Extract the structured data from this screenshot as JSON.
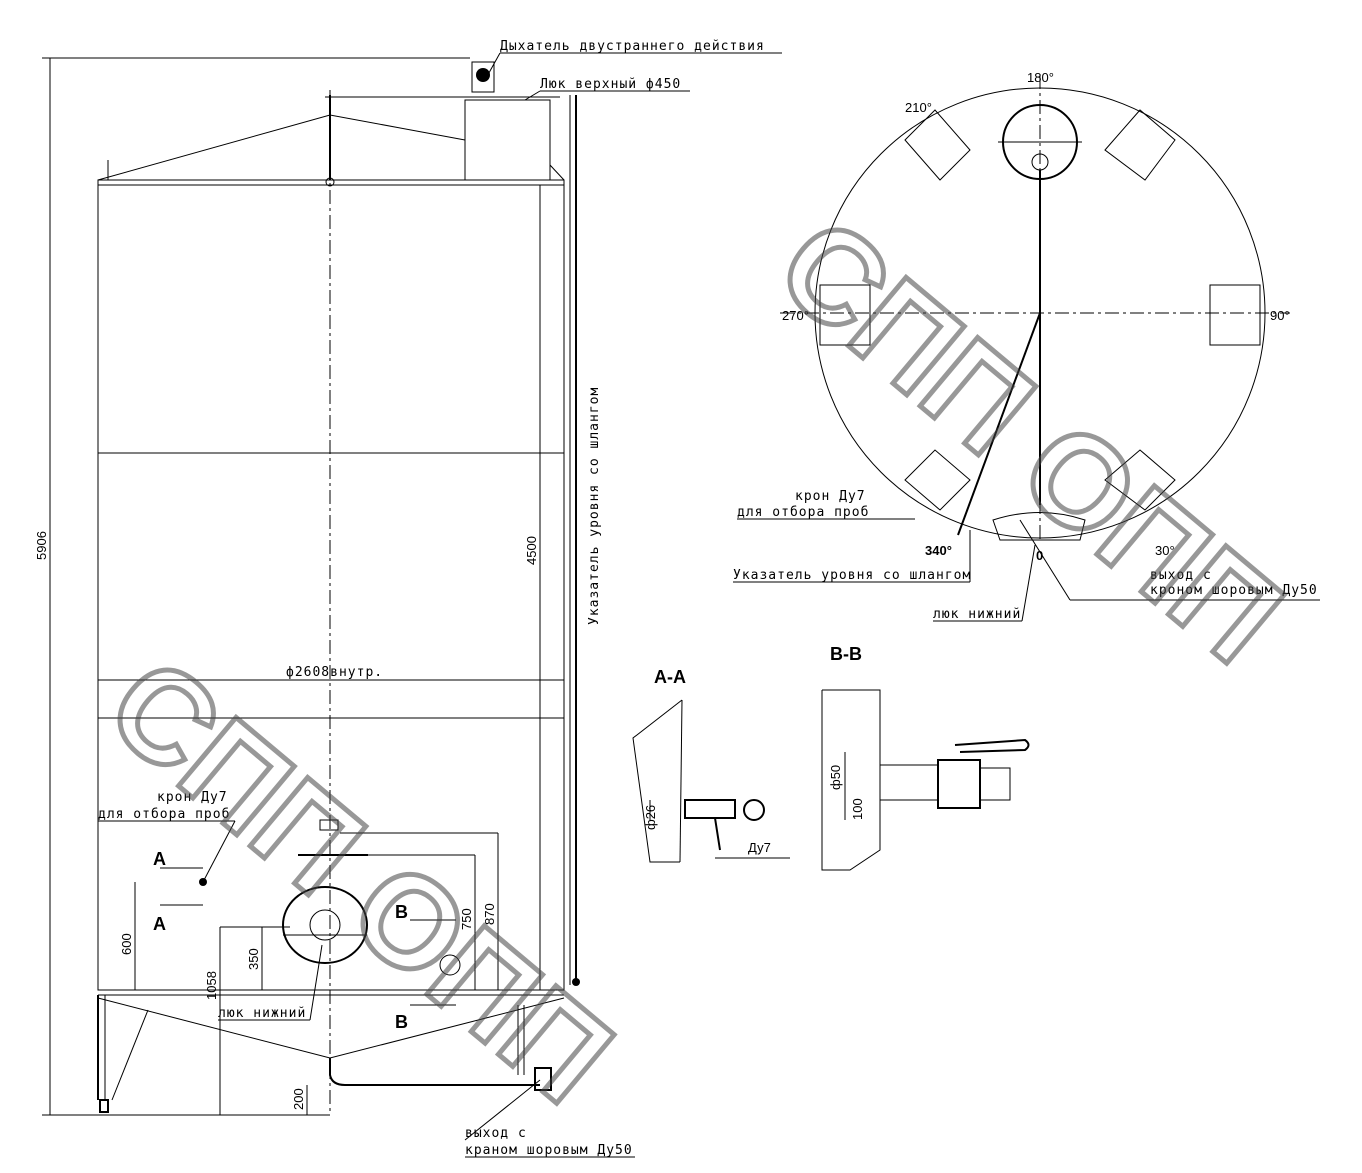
{
  "title_labels": {
    "breather": "Дыхатель двустраннего действия",
    "top_hatch": "Люк верхный ф450",
    "level_indicator": "Указатель уровня со шлангом",
    "diameter": "ф2608внутр.",
    "sample_valve_1": "крон Ду7",
    "sample_valve_2": "для отбора проб",
    "bottom_hatch": "люк нижний",
    "outlet_1": "выход с",
    "outlet_2": "краном шоровым Ду50"
  },
  "dimensions": {
    "total_height": "5906",
    "shell_height": "4500",
    "d600": "600",
    "d1058": "1058",
    "d350": "350",
    "d750": "750",
    "d870": "870",
    "d200": "200"
  },
  "section_marks": {
    "a": "A",
    "b": "B"
  },
  "top_view": {
    "angles": [
      "180°",
      "210°",
      "270°",
      "90°",
      "340°",
      "0",
      "30°"
    ],
    "sample_valve_1": "крон Ду7",
    "sample_valve_2": "для отбора проб",
    "level_indicator": "Указатель уровня со шлангом",
    "bottom_hatch": "люк нижний",
    "outlet_1": "выход с",
    "outlet_2": "кроном шоровым Ду50"
  },
  "section_aa": {
    "title": "A-A",
    "diameter": "ф26",
    "valve": "Ду7"
  },
  "section_bb": {
    "title": "B-B",
    "diameter": "ф50",
    "length": "100"
  },
  "watermark": "СПП ОПП"
}
